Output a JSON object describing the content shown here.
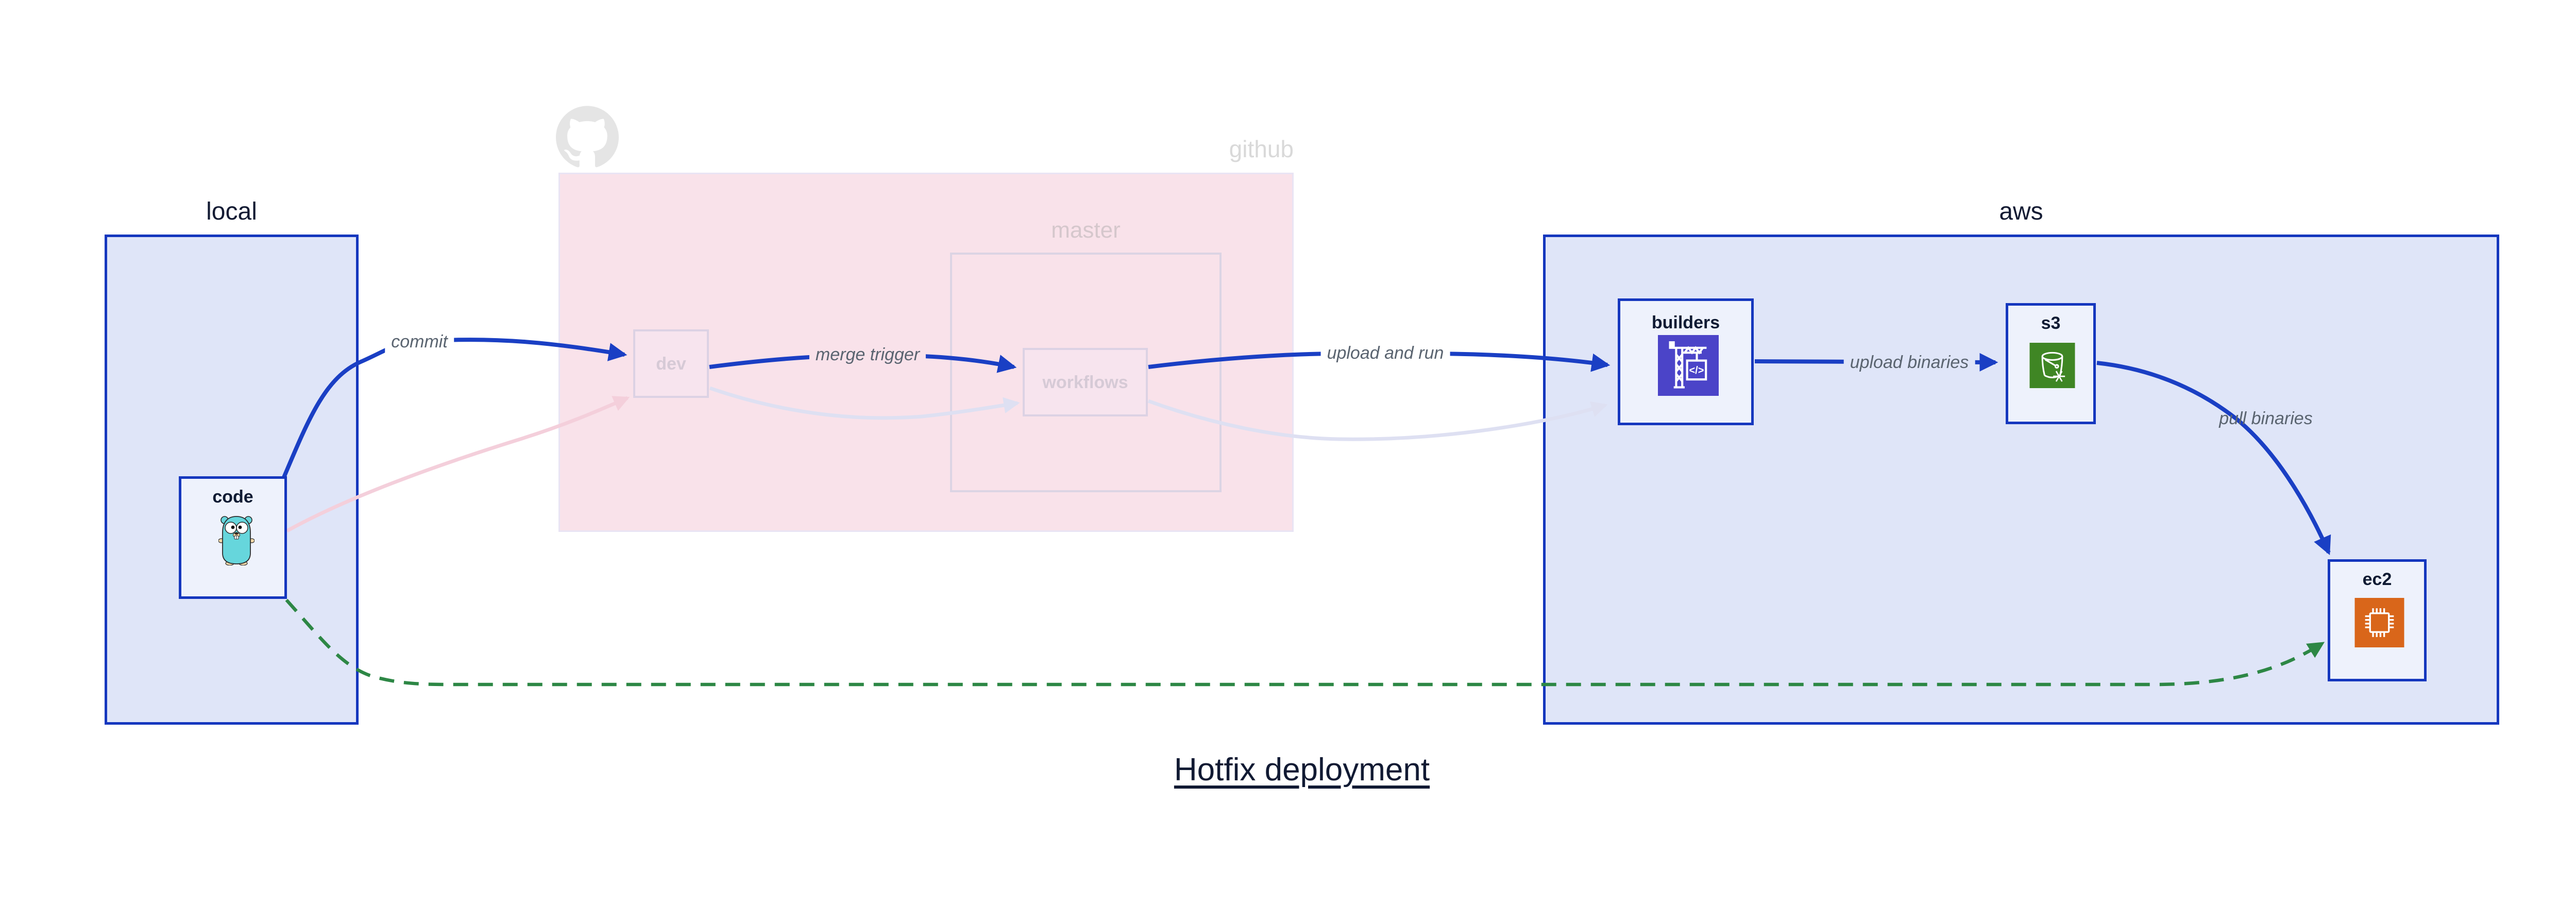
{
  "title": {
    "text": "Hotfix deployment"
  },
  "containers": {
    "local": {
      "label": "local"
    },
    "github": {
      "label": "github"
    },
    "master": {
      "label": "master"
    },
    "aws": {
      "label": "aws"
    }
  },
  "nodes": {
    "code": {
      "label": "code",
      "icon": "go-gopher-icon"
    },
    "dev": {
      "label": "dev"
    },
    "workflows": {
      "label": "workflows"
    },
    "builders": {
      "label": "builders",
      "icon": "aws-codebuild-icon"
    },
    "s3": {
      "label": "s3",
      "icon": "aws-s3-glacier-icon"
    },
    "ec2": {
      "label": "ec2",
      "icon": "aws-ec2-icon"
    }
  },
  "edges": {
    "commit": {
      "label": "commit"
    },
    "merge_trigger": {
      "label": "merge trigger"
    },
    "upload_and_run": {
      "label": "upload and run"
    },
    "upload_binaries": {
      "label": "upload binaries"
    },
    "pull_binaries": {
      "label": "pull binaries"
    },
    "hotfix": {
      "label": ""
    }
  },
  "colors": {
    "edge_blue": "#1a3fc4",
    "container_border_blue": "#1537be",
    "container_fill_blue": "#dfe5f8",
    "node_fill": "#eef2fc",
    "github_fill": "#f9e2ea",
    "faded_pink_edge": "#f4cfdb",
    "faded_lavender_edge": "#dee0f2",
    "hotfix_green": "#2d8745",
    "edge_label_gray": "#5a6470",
    "codebuild_purple": "#4b44c8",
    "s3_green": "#3f8624",
    "ec2_orange": "#d9661a",
    "octocat_gray": "#e5e5e5"
  }
}
